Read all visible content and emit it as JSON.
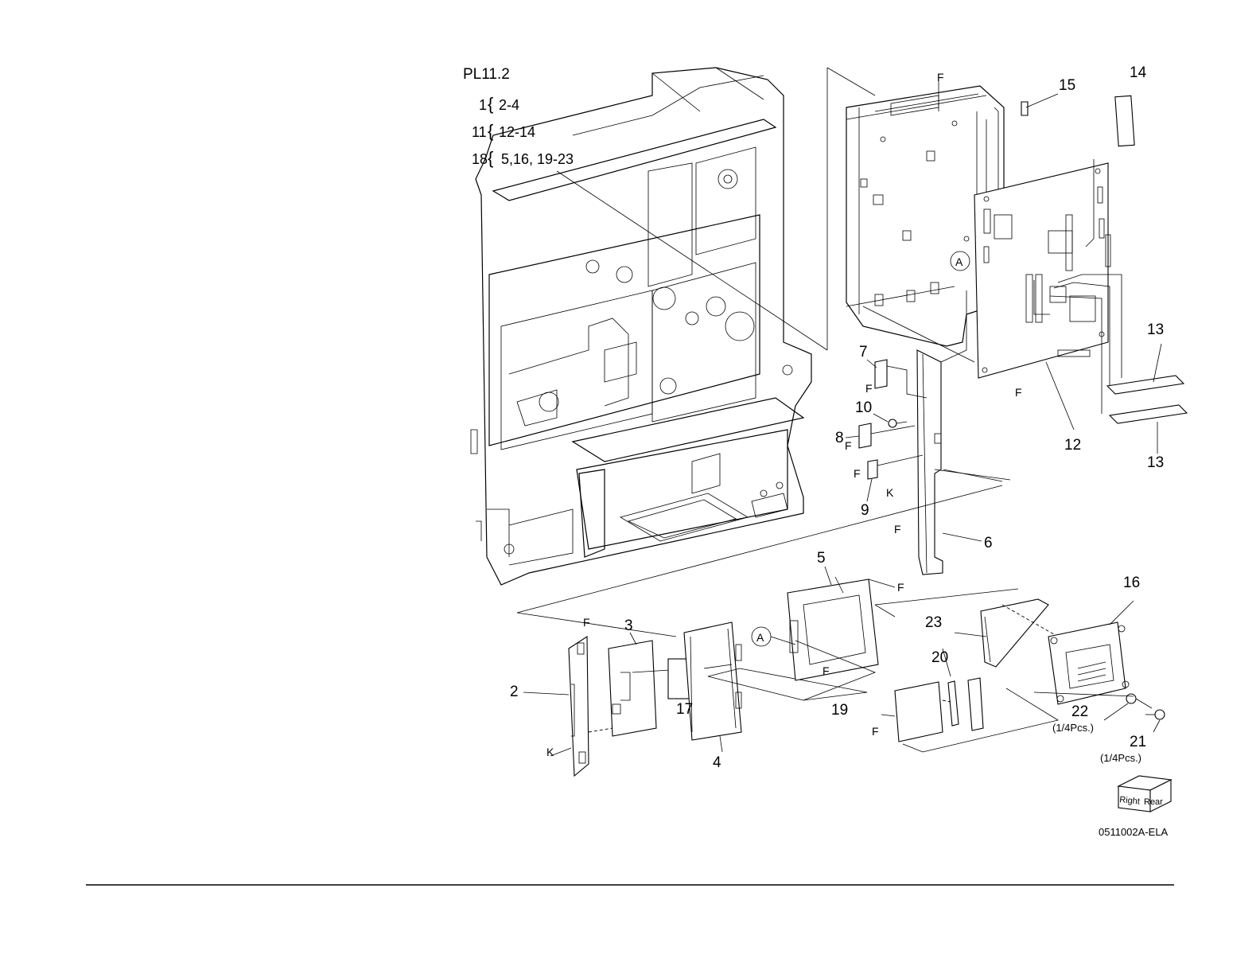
{
  "plate": {
    "id": "PL11.2",
    "groups": [
      {
        "parent": "1",
        "children": "2-4"
      },
      {
        "parent": "11",
        "children": "12-14"
      },
      {
        "parent": "18",
        "children": "5,16, 19-23"
      }
    ]
  },
  "callouts": {
    "c2": "2",
    "c3": "3",
    "c4": "4",
    "c5": "5",
    "c6": "6",
    "c7": "7",
    "c8": "8",
    "c9": "9",
    "c10": "10",
    "c12": "12",
    "c13a": "13",
    "c13b": "13",
    "c14": "14",
    "c15": "15",
    "c16": "16",
    "c17": "17",
    "c19": "19",
    "c20": "20",
    "c21": "21",
    "c21q": "(1/4Pcs.)",
    "c22": "22",
    "c22q": "(1/4Pcs.)",
    "c23": "23"
  },
  "refs": {
    "A": "A",
    "F": "F",
    "K": "K"
  },
  "orientation": {
    "right": "Right",
    "rear": "Rear"
  },
  "figure_id": "0511002A-ELA"
}
